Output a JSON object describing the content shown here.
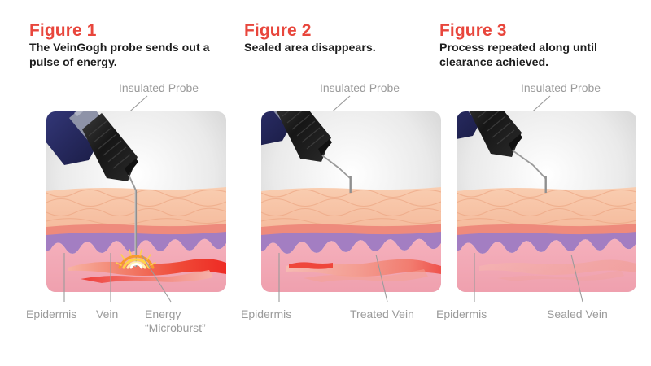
{
  "document": {
    "type": "medical-procedure-illustration",
    "subject": "VeinGogh vein treatment process",
    "background_color": "#ffffff",
    "accent_color": "#e8463c",
    "label_color": "#9b9b9b",
    "caption_color": "#1e1e1e"
  },
  "panels": [
    {
      "id": "figure-1",
      "title": "Figure 1",
      "caption": "The VeinGogh probe sends out a pulse of energy.",
      "top_label": "Insulated Probe",
      "bottom_labels": [
        {
          "text": "Epidermis",
          "leader": "vertical"
        },
        {
          "text": "Vein",
          "leader": "vertical"
        },
        {
          "text": "Energy\n“Microburst”",
          "leader": "diagonal"
        }
      ],
      "state": {
        "probe_inserted": true,
        "energy_burst_visible": true,
        "vein_visibility": "full",
        "vein_color": "#ee2b24"
      }
    },
    {
      "id": "figure-2",
      "title": "Figure 2",
      "caption": "Sealed area disappears.",
      "top_label": "Insulated Probe",
      "bottom_labels": [
        {
          "text": "Epidermis",
          "leader": "vertical"
        },
        {
          "text": "Treated Vein",
          "leader": "diagonal"
        }
      ],
      "state": {
        "probe_inserted": false,
        "energy_burst_visible": false,
        "vein_visibility": "faded",
        "vein_color": "#ef6a5a"
      }
    },
    {
      "id": "figure-3",
      "title": "Figure 3",
      "caption": "Process repeated along until clearance achieved.",
      "top_label": "Insulated Probe",
      "bottom_labels": [
        {
          "text": "Epidermis",
          "leader": "vertical"
        },
        {
          "text": "Sealed Vein",
          "leader": "diagonal"
        }
      ],
      "state": {
        "probe_inserted": false,
        "energy_burst_visible": false,
        "vein_visibility": "sealed",
        "vein_color": "#f2a294"
      }
    }
  ],
  "anatomy": {
    "layers": [
      {
        "name": "air-background",
        "color": "#d8d8d8"
      },
      {
        "name": "epidermis",
        "color": "#f7c5a6"
      },
      {
        "name": "epidermis-band",
        "color": "#ef8a7d"
      },
      {
        "name": "papillary-layer",
        "color": "#a37ec2"
      },
      {
        "name": "dermis",
        "color": "#f3a9b6"
      }
    ]
  },
  "probe_device": {
    "body_color": "#2c2f6b",
    "ring_color": "#8e93a8",
    "tip_color": "#1d1d1d",
    "needle_color": "#8a8a8a"
  },
  "energy_burst": {
    "name": "energy-microburst",
    "arc_colors": [
      "#fff4c8",
      "#ffd24a",
      "#f79a2e"
    ],
    "arc_count": 4
  }
}
